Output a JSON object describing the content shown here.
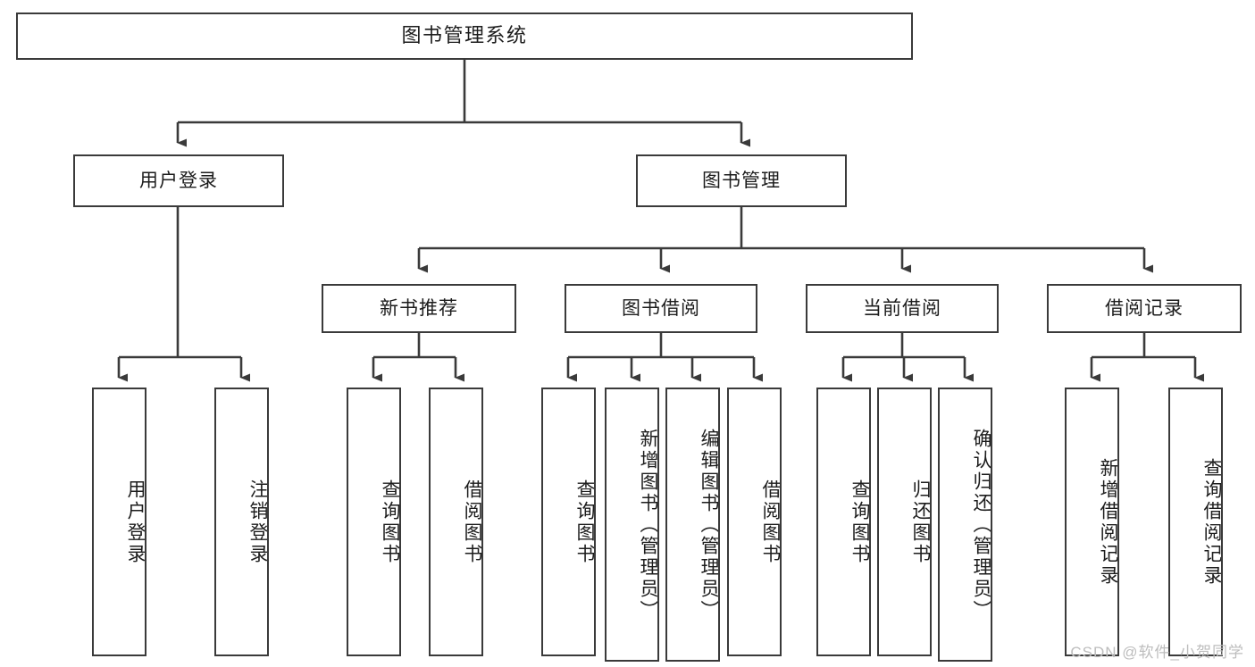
{
  "diagram": {
    "title": "图书管理系统",
    "type": "tree-hierarchy-chart",
    "stroke_color": "#3a3a3a",
    "fill_color": "#ffffff",
    "text_color": "#1c1c1c"
  },
  "root": {
    "label": "图书管理系统"
  },
  "level2": [
    {
      "label": "用户登录"
    },
    {
      "label": "图书管理"
    }
  ],
  "level3": [
    {
      "label": "新书推荐"
    },
    {
      "label": "图书借阅"
    },
    {
      "label": "当前借阅"
    },
    {
      "label": "借阅记录"
    }
  ],
  "leaves": {
    "user_login": [
      {
        "label": "用户登录"
      },
      {
        "label": "注销登录"
      }
    ],
    "new_book_recommend": [
      {
        "label": "查询图书"
      },
      {
        "label": "借阅图书"
      }
    ],
    "book_borrow": [
      {
        "label": "查询图书"
      },
      {
        "label": "新增图书（管理员）"
      },
      {
        "label": "编辑图书（管理员）"
      },
      {
        "label": "借阅图书"
      }
    ],
    "current_borrow": [
      {
        "label": "查询图书"
      },
      {
        "label": "归还图书"
      },
      {
        "label": "确认归还（管理员）"
      }
    ],
    "borrow_record": [
      {
        "label": "新增借阅记录"
      },
      {
        "label": "查询借阅记录"
      }
    ]
  },
  "watermark": {
    "text": "CSDN @软件_小贺同学",
    "color": "#bdbdbd"
  }
}
